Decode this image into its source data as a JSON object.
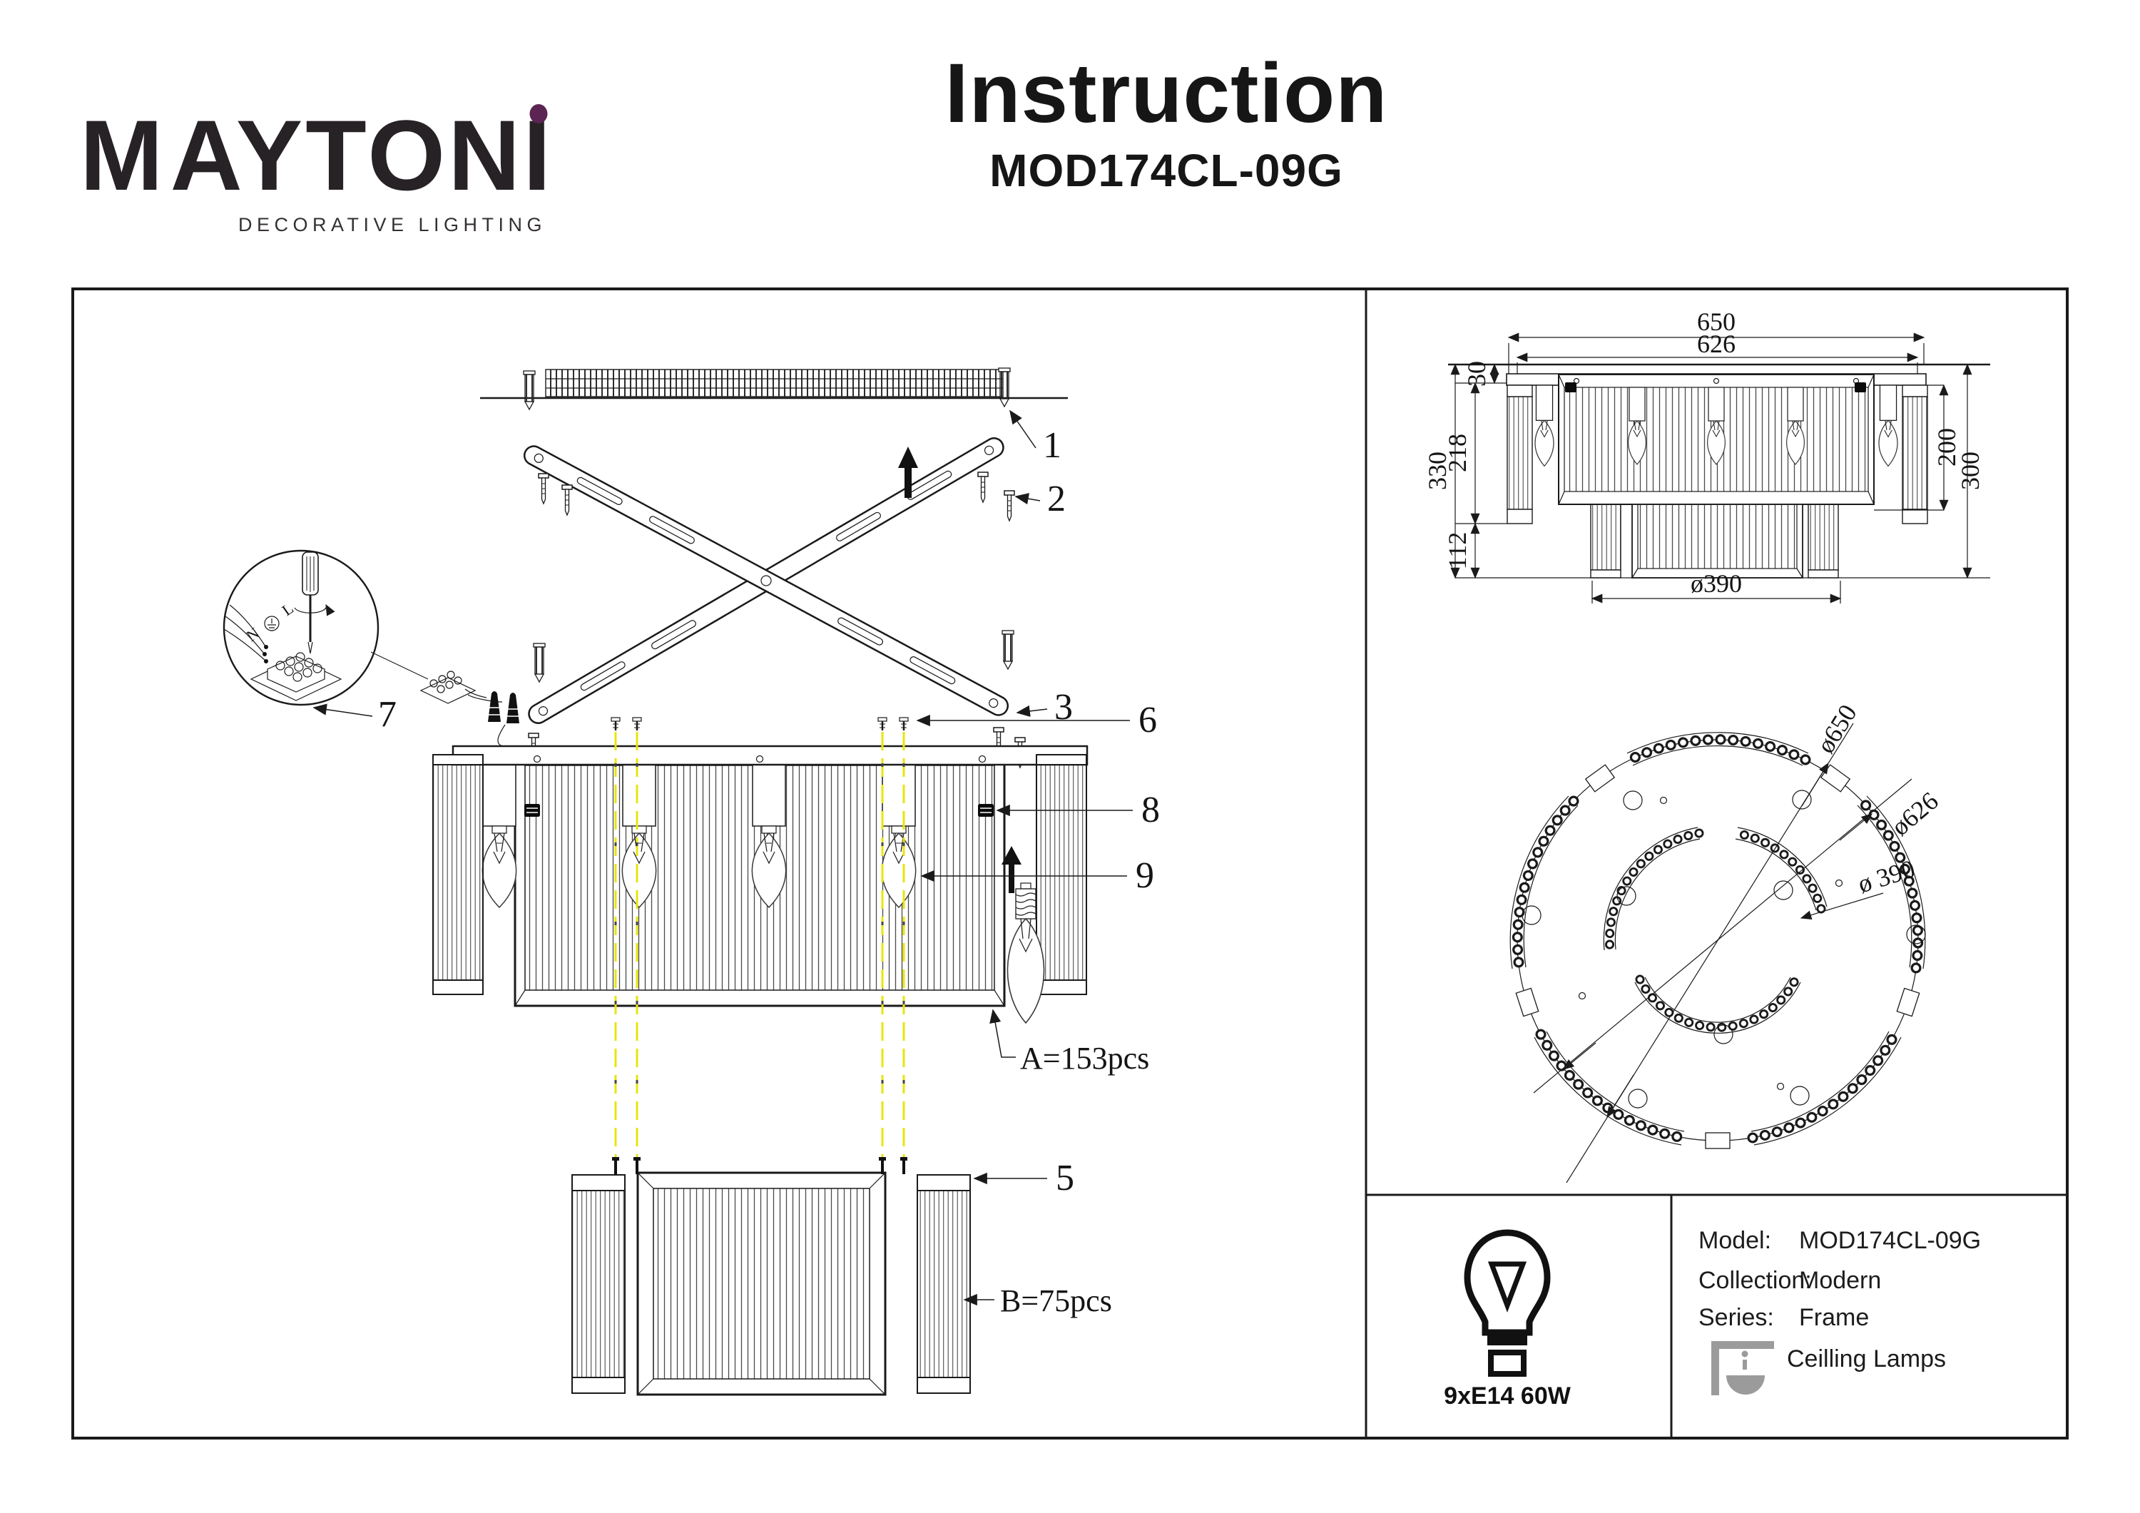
{
  "logo": {
    "brand_m": "M",
    "brand_mid": "AYTON",
    "brand_i": "I",
    "tagline": "DECORATIVE LIGHTING",
    "accent_color": "#5b2453",
    "ink_color": "#272225"
  },
  "header": {
    "title": "Instruction",
    "model": "MOD174CL-09G"
  },
  "assembly": {
    "labels": {
      "n1": "1",
      "n2": "2",
      "n3": "3",
      "n5": "5",
      "n6": "6",
      "n7": "7",
      "n8": "8",
      "n9": "9"
    },
    "counts": {
      "a": "A=153pcs",
      "b": "B=75pcs"
    },
    "wiring": {
      "n": "N",
      "l": "L"
    },
    "thread_color": "#e8e40c"
  },
  "front_view": {
    "w650": "650",
    "w626": "626",
    "h30": "30",
    "h218": "218",
    "h330": "330",
    "h112": "112",
    "h200": "200",
    "h300": "300",
    "d390": "ø390"
  },
  "plan_view": {
    "d650": "ø650",
    "d626": "ø626",
    "d390": "ø 390"
  },
  "spec": {
    "bulb": "9xE14 60W",
    "model_label": "Model:",
    "model_value": "MOD174CL-09G",
    "collection_label": "Collection:",
    "collection_value": "Modern",
    "series_label": "Series:",
    "series_value": "Frame",
    "type_value": "Ceilling Lamps",
    "icon_color": "#9b9b9b"
  }
}
